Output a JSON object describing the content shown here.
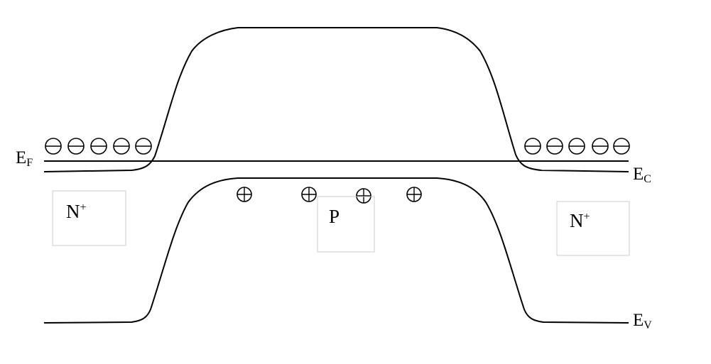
{
  "diagram": {
    "fermi_level_label": {
      "main": "E",
      "sub": "F"
    },
    "conduction_band_label": {
      "main": "E",
      "sub": "C"
    },
    "valence_band_label": {
      "main": "E",
      "sub": "V"
    },
    "regions": [
      {
        "id": "left-n-plus",
        "main": "N",
        "sup": "+"
      },
      {
        "id": "middle-p",
        "main": "P",
        "sup": ""
      },
      {
        "id": "right-n-plus",
        "main": "N",
        "sup": "+"
      }
    ],
    "electrons_left_count": 5,
    "electrons_right_count": 5,
    "holes_count": 4
  }
}
